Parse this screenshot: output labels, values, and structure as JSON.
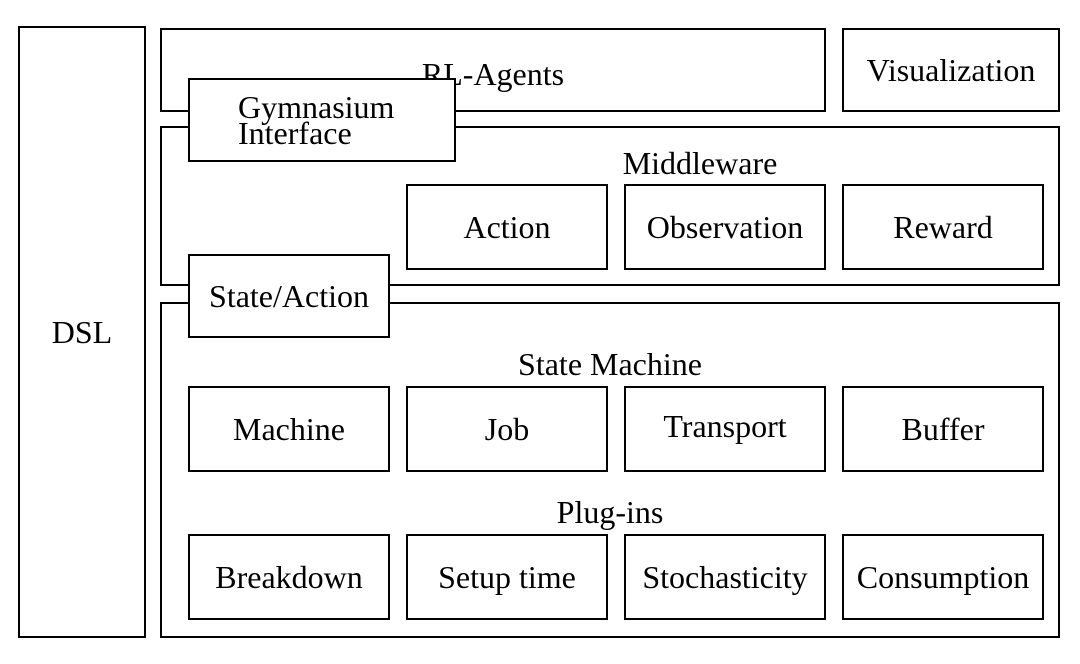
{
  "diagram": {
    "dsl": "DSL",
    "rl_agents": "RL-Agents",
    "visualization": "Visualization",
    "gymnasium_interface": {
      "line1": "Gymnasium",
      "line2": "Interface"
    },
    "middleware": {
      "title": "Middleware",
      "items": [
        "Action",
        "Observation",
        "Reward"
      ]
    },
    "state_action": "State/Action",
    "state_machine": {
      "title": "State Machine",
      "items": [
        "Machine",
        "Job",
        "Transport",
        "Buffer"
      ]
    },
    "plugins": {
      "title": "Plug-ins",
      "items": [
        "Breakdown",
        "Setup time",
        "Stochasticity",
        "Consumption"
      ]
    }
  }
}
